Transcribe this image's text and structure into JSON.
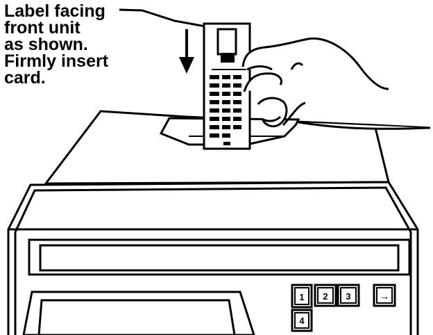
{
  "caption": {
    "line1": "Label facing",
    "line2": "front unit",
    "line3": "as shown.",
    "line4": "Firmly insert",
    "line5": "card."
  },
  "keypad": {
    "key1": "1",
    "key2": "2",
    "key3": "3",
    "key_arrow": "→",
    "key4": "4"
  }
}
